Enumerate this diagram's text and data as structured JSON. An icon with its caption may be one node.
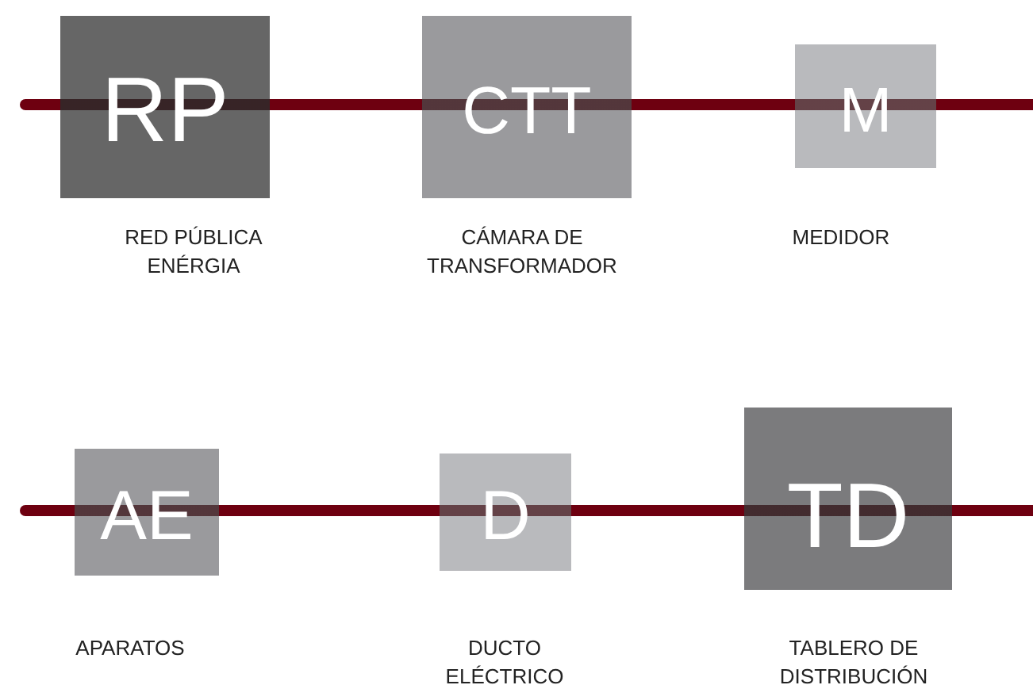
{
  "diagram": {
    "nodes": [
      {
        "text": [
          "RP"
        ],
        "beside": [
          "RED PÚBLICA ENÉRGIA"
        ]
      },
      {
        "text": [
          "CTT"
        ],
        "beside": [
          "CÁMARA DE TRANSFORMADOR"
        ]
      },
      {
        "text": [
          "M"
        ],
        "beside": [
          "MEDIDOR"
        ]
      },
      {
        "text": [
          "AE"
        ],
        "beside": [
          "APARATOS"
        ]
      },
      {
        "text": [
          "D"
        ],
        "beside": [
          "DUCTO ELÉCTRICO"
        ]
      },
      {
        "text": [
          "TD"
        ],
        "beside": [
          "TABLERO DE DISTRIBUCIÓN"
        ]
      }
    ],
    "edges": [
      {
        "from": null,
        "to": 0,
        "arrow": "none"
      },
      {
        "from": 0,
        "to": 1,
        "arrow": "none"
      },
      {
        "from": 1,
        "to": 2,
        "arrow": "none"
      },
      {
        "from": 2,
        "to": null,
        "arrow": "none"
      },
      {
        "from": null,
        "to": 3,
        "arrow": "none"
      },
      {
        "from": 3,
        "to": 4,
        "arrow": "none"
      },
      {
        "from": 4,
        "to": 5,
        "arrow": "none"
      },
      {
        "from": 5,
        "to": null,
        "arrow": "none"
      }
    ]
  }
}
